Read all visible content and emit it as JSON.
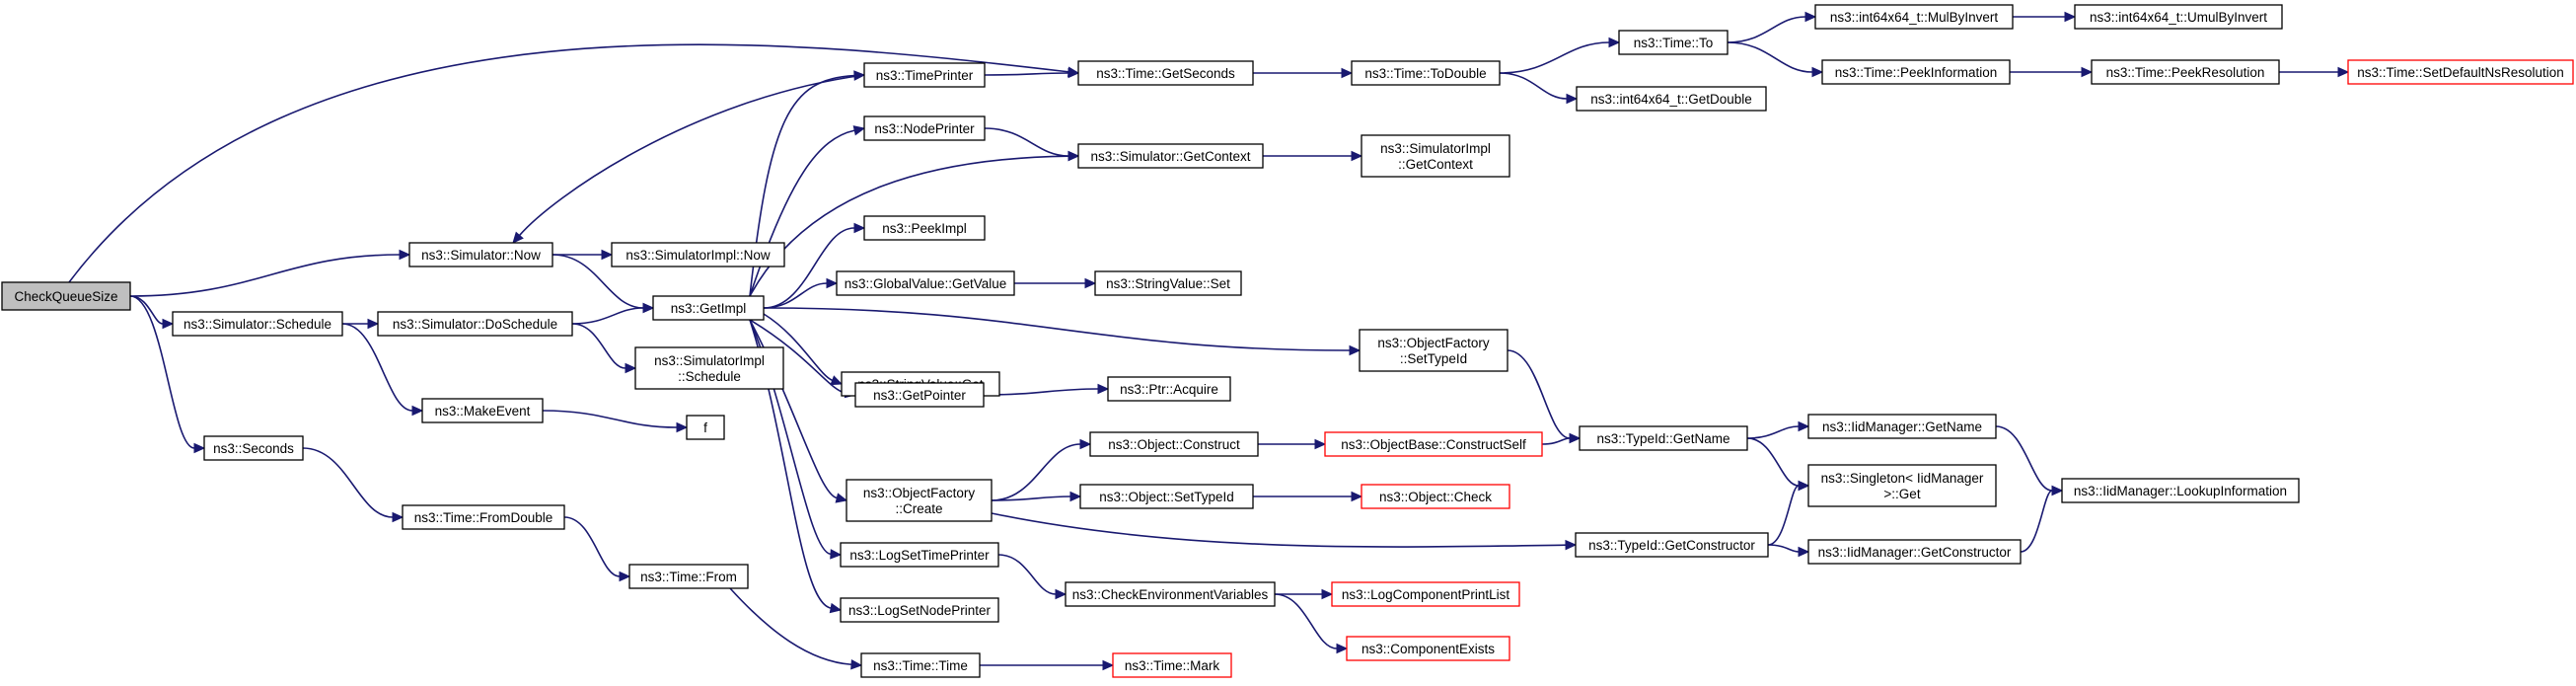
{
  "colors": {
    "edge": "#191970",
    "node_border": "#000000",
    "root_fill": "#bfbfbf",
    "external_border": "#ff0000"
  },
  "nodes": [
    {
      "id": "checkqueuesize",
      "lines": [
        "CheckQueueSize"
      ],
      "root": true
    },
    {
      "id": "schedule",
      "lines": [
        "ns3::Simulator::Schedule"
      ]
    },
    {
      "id": "seconds",
      "lines": [
        "ns3::Seconds"
      ]
    },
    {
      "id": "now",
      "lines": [
        "ns3::Simulator::Now"
      ]
    },
    {
      "id": "doschedule",
      "lines": [
        "ns3::Simulator::DoSchedule"
      ]
    },
    {
      "id": "makeevent",
      "lines": [
        "ns3::MakeEvent"
      ]
    },
    {
      "id": "fromdouble",
      "lines": [
        "ns3::Time::FromDouble"
      ]
    },
    {
      "id": "simimplnow",
      "lines": [
        "ns3::SimulatorImpl::Now"
      ]
    },
    {
      "id": "getimpl",
      "lines": [
        "ns3::GetImpl"
      ]
    },
    {
      "id": "simimplschedule",
      "lines": [
        "ns3::SimulatorImpl",
        "::Schedule"
      ]
    },
    {
      "id": "f",
      "lines": [
        "f"
      ]
    },
    {
      "id": "timefrom",
      "lines": [
        "ns3::Time::From"
      ]
    },
    {
      "id": "timeprinter",
      "lines": [
        "ns3::TimePrinter"
      ]
    },
    {
      "id": "nodeprinter",
      "lines": [
        "ns3::NodePrinter"
      ]
    },
    {
      "id": "peekimpl",
      "lines": [
        "ns3::PeekImpl"
      ]
    },
    {
      "id": "gvgetvalue",
      "lines": [
        "ns3::GlobalValue::GetValue"
      ]
    },
    {
      "id": "strvalueget",
      "lines": [
        "ns3::StringValue::Get"
      ]
    },
    {
      "id": "getpointer",
      "lines": [
        "ns3::GetPointer"
      ]
    },
    {
      "id": "ofcreate",
      "lines": [
        "ns3::ObjectFactory",
        "::Create"
      ]
    },
    {
      "id": "logsettimeprinter",
      "lines": [
        "ns3::LogSetTimePrinter"
      ]
    },
    {
      "id": "logsetnodeprinter",
      "lines": [
        "ns3::LogSetNodePrinter"
      ]
    },
    {
      "id": "timetime",
      "lines": [
        "ns3::Time::Time"
      ]
    },
    {
      "id": "getseconds",
      "lines": [
        "ns3::Time::GetSeconds"
      ]
    },
    {
      "id": "getcontext",
      "lines": [
        "ns3::Simulator::GetContext"
      ]
    },
    {
      "id": "strvalueset",
      "lines": [
        "ns3::StringValue::Set"
      ]
    },
    {
      "id": "ptracquire",
      "lines": [
        "ns3::Ptr::Acquire"
      ]
    },
    {
      "id": "objconstruct",
      "lines": [
        "ns3::Object::Construct"
      ]
    },
    {
      "id": "objsettypeid",
      "lines": [
        "ns3::Object::SetTypeId"
      ]
    },
    {
      "id": "checkenv",
      "lines": [
        "ns3::CheckEnvironmentVariables"
      ]
    },
    {
      "id": "timemark",
      "lines": [
        "ns3::Time::Mark"
      ],
      "red": true
    },
    {
      "id": "todouble",
      "lines": [
        "ns3::Time::ToDouble"
      ]
    },
    {
      "id": "simimplgetcontext",
      "lines": [
        "ns3::SimulatorImpl",
        "::GetContext"
      ]
    },
    {
      "id": "ofsettypeid",
      "lines": [
        "ns3::ObjectFactory",
        "::SetTypeId"
      ]
    },
    {
      "id": "constructself",
      "lines": [
        "ns3::ObjectBase::ConstructSelf"
      ],
      "red": true
    },
    {
      "id": "objcheck",
      "lines": [
        "ns3::Object::Check"
      ],
      "red": true
    },
    {
      "id": "logcompprintlist",
      "lines": [
        "ns3::LogComponentPrintList"
      ],
      "red": true
    },
    {
      "id": "compexists",
      "lines": [
        "ns3::ComponentExists"
      ],
      "red": true
    },
    {
      "id": "timeto",
      "lines": [
        "ns3::Time::To"
      ]
    },
    {
      "id": "int64getdouble",
      "lines": [
        "ns3::int64x64_t::GetDouble"
      ]
    },
    {
      "id": "typeidgetname",
      "lines": [
        "ns3::TypeId::GetName"
      ]
    },
    {
      "id": "typeidgetconstructor",
      "lines": [
        "ns3::TypeId::GetConstructor"
      ]
    },
    {
      "id": "mulbyinvert",
      "lines": [
        "ns3::int64x64_t::MulByInvert"
      ]
    },
    {
      "id": "peekinformation",
      "lines": [
        "ns3::Time::PeekInformation"
      ]
    },
    {
      "id": "iidgetname",
      "lines": [
        "ns3::IidManager::GetName"
      ]
    },
    {
      "id": "singletonget",
      "lines": [
        "ns3::Singleton< IidManager",
        " >::Get"
      ]
    },
    {
      "id": "iidgetconstructor",
      "lines": [
        "ns3::IidManager::GetConstructor"
      ]
    },
    {
      "id": "umulbyinvert",
      "lines": [
        "ns3::int64x64_t::UmulByInvert"
      ]
    },
    {
      "id": "peekresolution",
      "lines": [
        "ns3::Time::PeekResolution"
      ]
    },
    {
      "id": "lookupinformation",
      "lines": [
        "ns3::IidManager::LookupInformation"
      ]
    },
    {
      "id": "setdefaultnsres",
      "lines": [
        "ns3::Time::SetDefaultNsResolution"
      ],
      "red": true
    }
  ],
  "edges": [
    [
      "checkqueuesize",
      "schedule"
    ],
    [
      "checkqueuesize",
      "seconds"
    ],
    [
      "checkqueuesize",
      "now"
    ],
    [
      "checkqueuesize",
      "getseconds"
    ],
    [
      "schedule",
      "doschedule"
    ],
    [
      "schedule",
      "makeevent"
    ],
    [
      "seconds",
      "fromdouble"
    ],
    [
      "now",
      "simimplnow"
    ],
    [
      "now",
      "getimpl"
    ],
    [
      "doschedule",
      "getimpl"
    ],
    [
      "doschedule",
      "simimplschedule"
    ],
    [
      "makeevent",
      "f"
    ],
    [
      "fromdouble",
      "timefrom"
    ],
    [
      "timefrom",
      "timetime"
    ],
    [
      "getimpl",
      "timeprinter"
    ],
    [
      "getimpl",
      "nodeprinter"
    ],
    [
      "getimpl",
      "getcontext"
    ],
    [
      "getimpl",
      "peekimpl"
    ],
    [
      "getimpl",
      "gvgetvalue"
    ],
    [
      "getimpl",
      "ofsettypeid"
    ],
    [
      "getimpl",
      "strvalueget"
    ],
    [
      "getimpl",
      "getpointer"
    ],
    [
      "getimpl",
      "ofcreate"
    ],
    [
      "getimpl",
      "logsettimeprinter"
    ],
    [
      "getimpl",
      "logsetnodeprinter"
    ],
    [
      "timeprinter",
      "getseconds"
    ],
    [
      "timeprinter",
      "now"
    ],
    [
      "nodeprinter",
      "getcontext"
    ],
    [
      "gvgetvalue",
      "strvalueset"
    ],
    [
      "getpointer",
      "ptracquire"
    ],
    [
      "ofcreate",
      "objconstruct"
    ],
    [
      "ofcreate",
      "objsettypeid"
    ],
    [
      "ofcreate",
      "typeidgetconstructor"
    ],
    [
      "logsettimeprinter",
      "checkenv"
    ],
    [
      "timetime",
      "timemark"
    ],
    [
      "getseconds",
      "todouble"
    ],
    [
      "getcontext",
      "simimplgetcontext"
    ],
    [
      "objconstruct",
      "constructself"
    ],
    [
      "objsettypeid",
      "objcheck"
    ],
    [
      "checkenv",
      "logcompprintlist"
    ],
    [
      "checkenv",
      "compexists"
    ],
    [
      "todouble",
      "timeto"
    ],
    [
      "todouble",
      "int64getdouble"
    ],
    [
      "ofsettypeid",
      "typeidgetname"
    ],
    [
      "constructself",
      "typeidgetname"
    ],
    [
      "timeto",
      "mulbyinvert"
    ],
    [
      "timeto",
      "peekinformation"
    ],
    [
      "typeidgetname",
      "iidgetname"
    ],
    [
      "typeidgetname",
      "singletonget"
    ],
    [
      "typeidgetconstructor",
      "singletonget"
    ],
    [
      "typeidgetconstructor",
      "iidgetconstructor"
    ],
    [
      "mulbyinvert",
      "umulbyinvert"
    ],
    [
      "peekinformation",
      "peekresolution"
    ],
    [
      "iidgetname",
      "lookupinformation"
    ],
    [
      "iidgetconstructor",
      "lookupinformation"
    ],
    [
      "peekresolution",
      "setdefaultnsres"
    ]
  ]
}
